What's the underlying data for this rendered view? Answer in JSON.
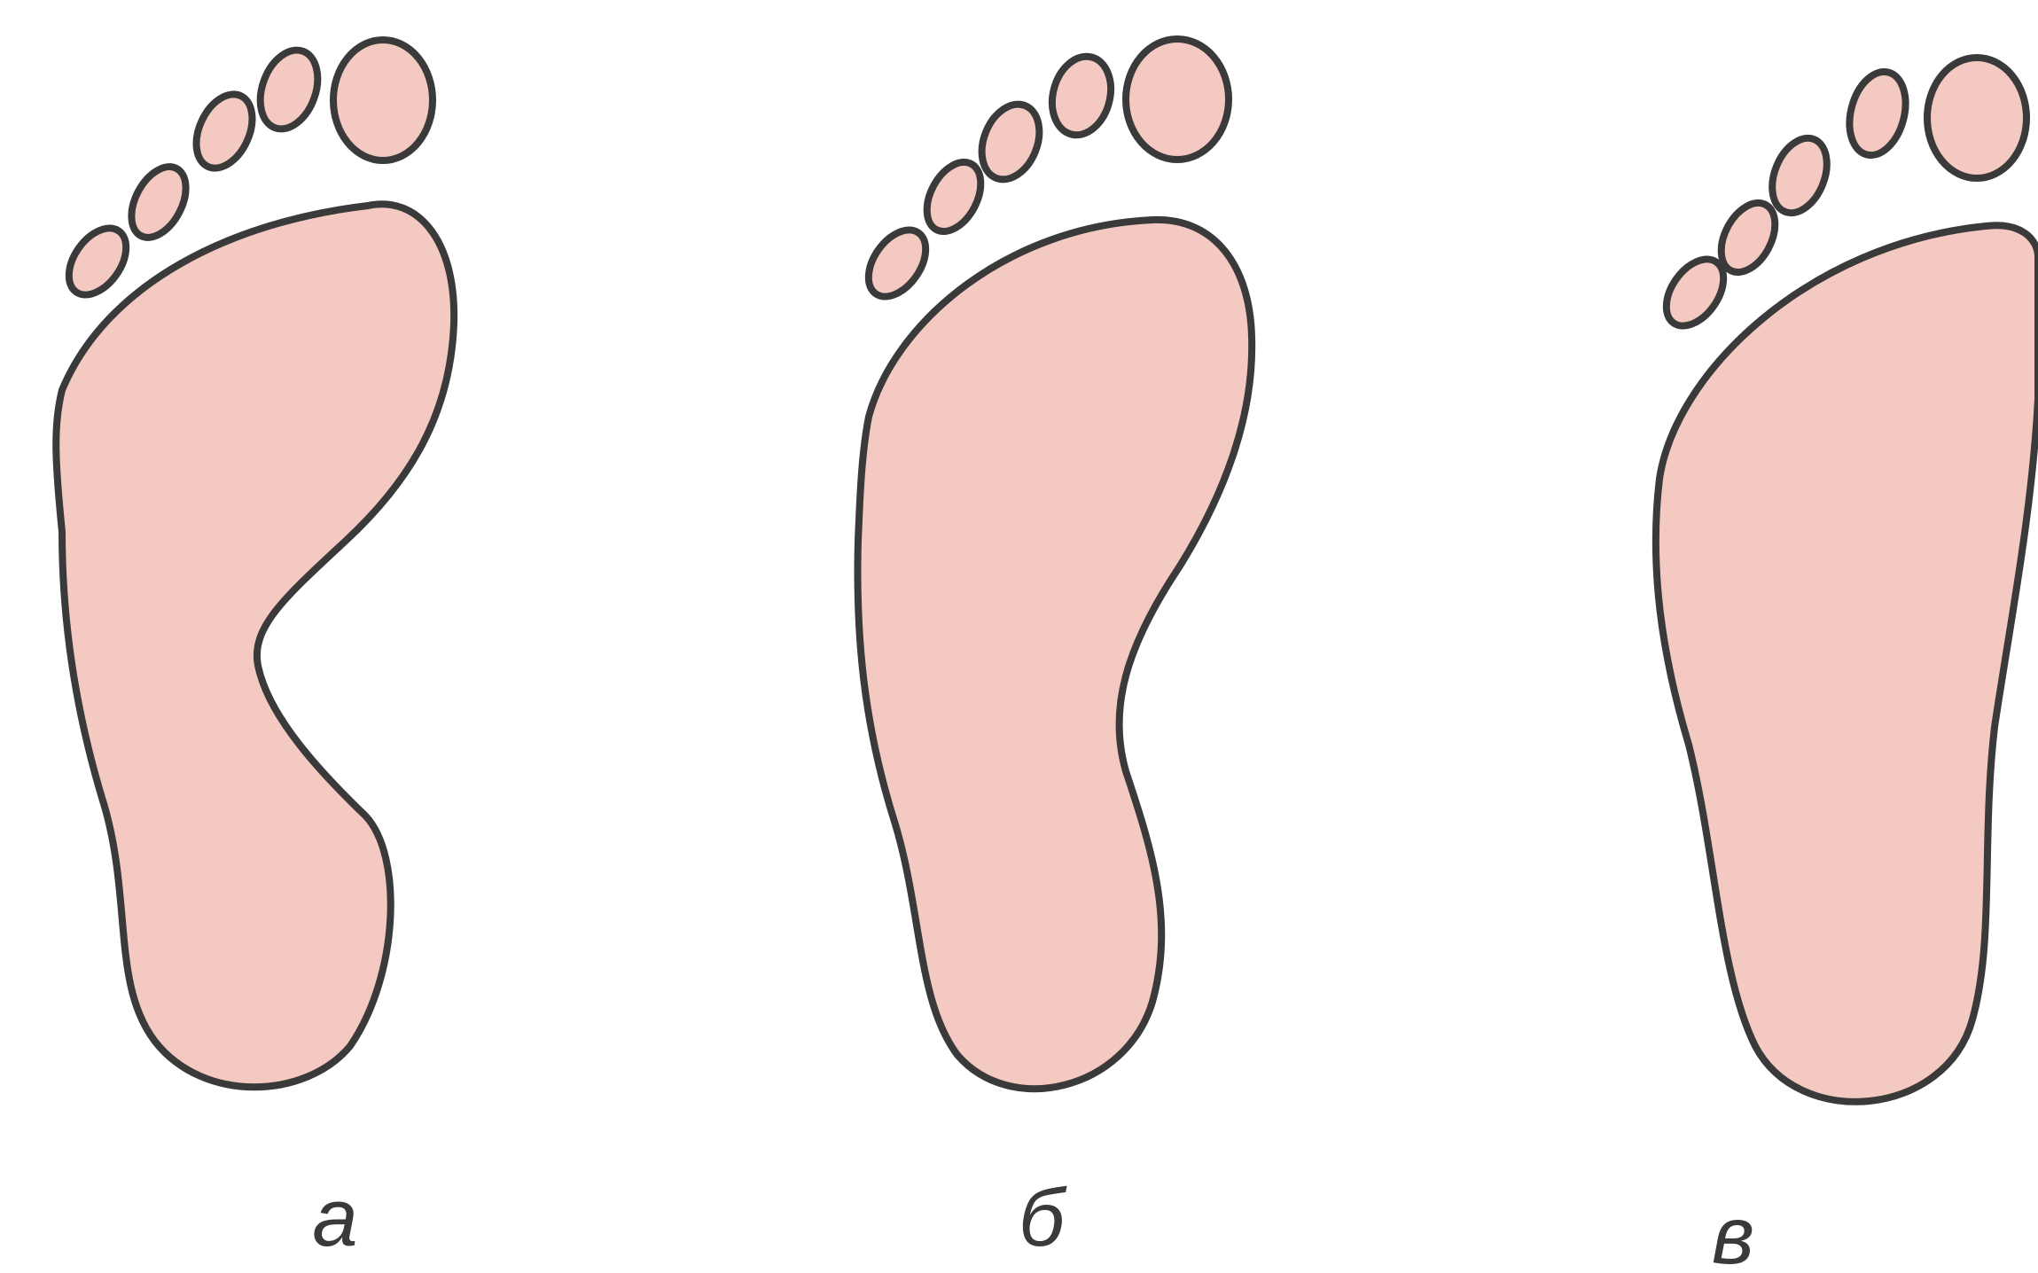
{
  "figures": [
    {
      "id": "a",
      "caption": "а",
      "arch": "high"
    },
    {
      "id": "b",
      "caption": "б",
      "arch": "normal"
    },
    {
      "id": "c",
      "caption": "в",
      "arch": "flat"
    }
  ],
  "colors": {
    "sole_fill": "#f4c9c1",
    "outline": "#3a3a3a",
    "background": "#ffffff"
  }
}
